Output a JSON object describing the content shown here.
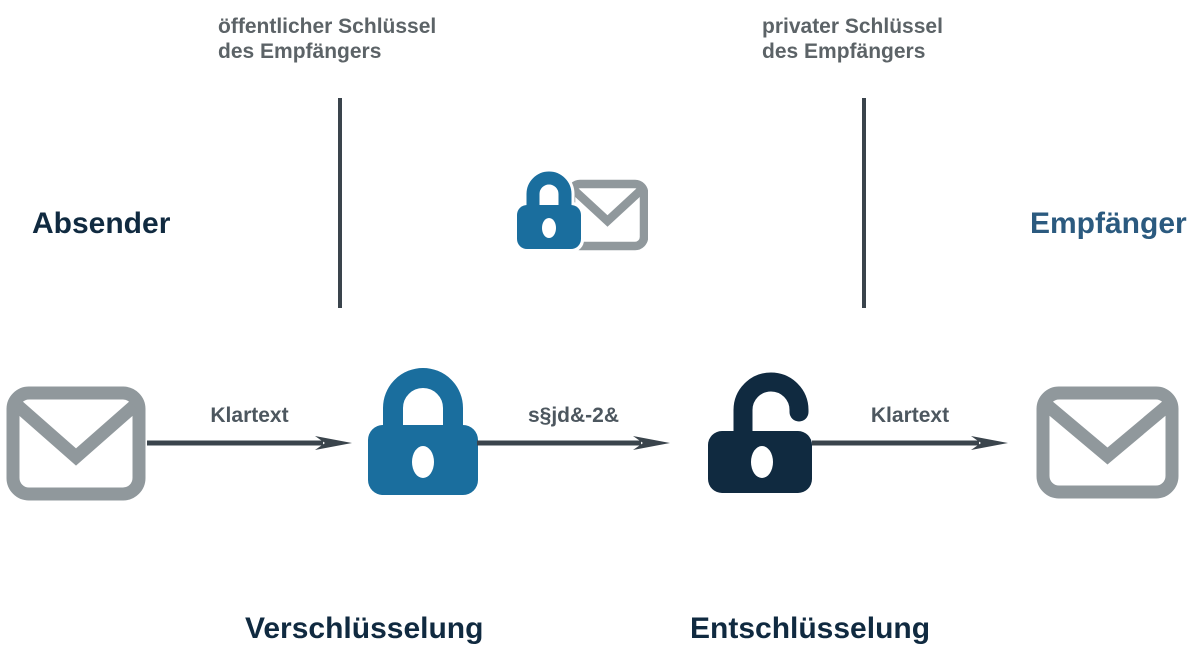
{
  "diagram": {
    "keys": {
      "public_key_line1": "öffentlicher Schlüssel",
      "public_key_line2": "des Empfängers",
      "private_key_line1": "privater Schlüssel",
      "private_key_line2": "des Empfängers"
    },
    "actors": {
      "sender": "Absender",
      "receiver": "Empfänger"
    },
    "flow": {
      "plaintext_label_1": "Klartext",
      "ciphertext_label": "s§jd&-2&",
      "plaintext_label_2": "Klartext"
    },
    "processes": {
      "encryption": "Verschlüsselung",
      "decryption": "Entschlüsselung"
    },
    "icons": {
      "sender_message": "envelope-icon",
      "receiver_message": "envelope-icon",
      "encrypted_message": "locked-envelope-icon",
      "encrypt": "closed-lock-icon",
      "decrypt": "open-lock-icon"
    }
  },
  "colors": {
    "accent-blue": "#1a6e9e",
    "dark-navy": "#102a40",
    "steel-blue": "#2b5a7f",
    "envelope-gray": "#90989c",
    "label-gray": "#5c6367",
    "arrow-dark": "#3a444c",
    "flow-gray": "#4d575f"
  }
}
